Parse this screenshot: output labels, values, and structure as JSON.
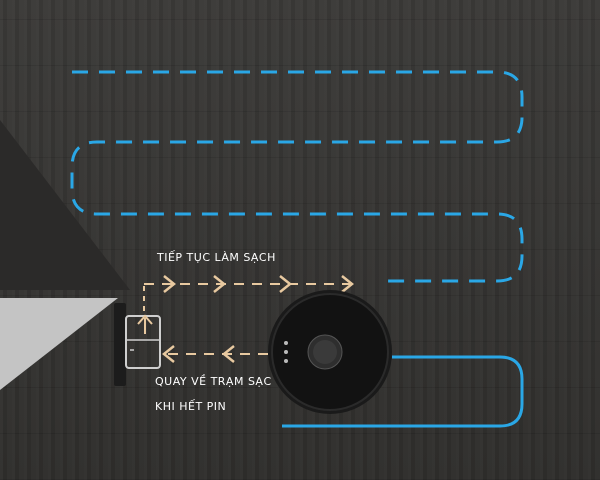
{
  "labels": {
    "continue_cleaning": "TIẾP TỤC LÀM SẠCH",
    "return_line_1": "QUAY VỀ TRẠM SẠC",
    "return_line_2": "KHI HẾT PIN"
  },
  "colors": {
    "floor": "#363533",
    "path_blue": "#2aa7e6",
    "arrow_dashes": "#e8c9a0",
    "wall": "#bfbfbf",
    "robot": "#1a1a1a",
    "dock": "#1c1c1c"
  },
  "icons": {
    "robot": "robot-vacuum-icon",
    "dock": "charging-dock-icon",
    "arrow": "chevron-arrow-icon"
  }
}
